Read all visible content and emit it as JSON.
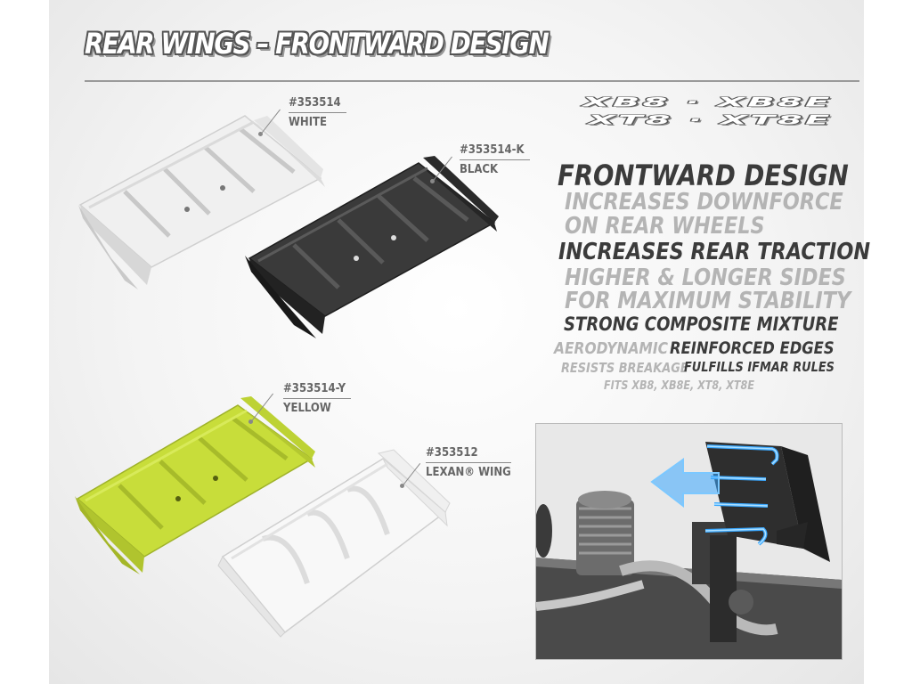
{
  "page": {
    "title": "REAR WINGS – FRONTWARD DESIGN",
    "models": [
      "XB8 · XB8E",
      "XT8 · XT8E"
    ]
  },
  "products": [
    {
      "number": "#353514",
      "name": "WHITE",
      "color": "#ededed"
    },
    {
      "number": "#353514-K",
      "name": "BLACK",
      "color": "#2f2f2f"
    },
    {
      "number": "#353514-Y",
      "name": "YELLOW",
      "color": "#c8dd3a"
    },
    {
      "number": "#353512",
      "name": "LEXAN® WING",
      "color": "#f7f7f7"
    }
  ],
  "features": {
    "heading": "FRONTWARD DESIGN",
    "line1": "INCREASES DOWNFORCE",
    "line2": "ON REAR WHEELS",
    "line3": "INCREASES REAR TRACTION",
    "line4": "HIGHER & LONGER SIDES",
    "line5": "FOR MAXIMUM STABILITY",
    "line6": "STRONG COMPOSITE MIXTURE",
    "line7a": "AERODYNAMIC",
    "line7b": "REINFORCED EDGES",
    "line8a": "RESISTS BREAKAGE",
    "line8b": "FULFILLS IFMAR RULES",
    "line9": "FITS XB8, XB8E, XT8, XT8E"
  },
  "colors": {
    "highlight_blue": "#3aa8ff",
    "text_dark": "#3b3b3b",
    "text_light": "#b4b4b4"
  }
}
